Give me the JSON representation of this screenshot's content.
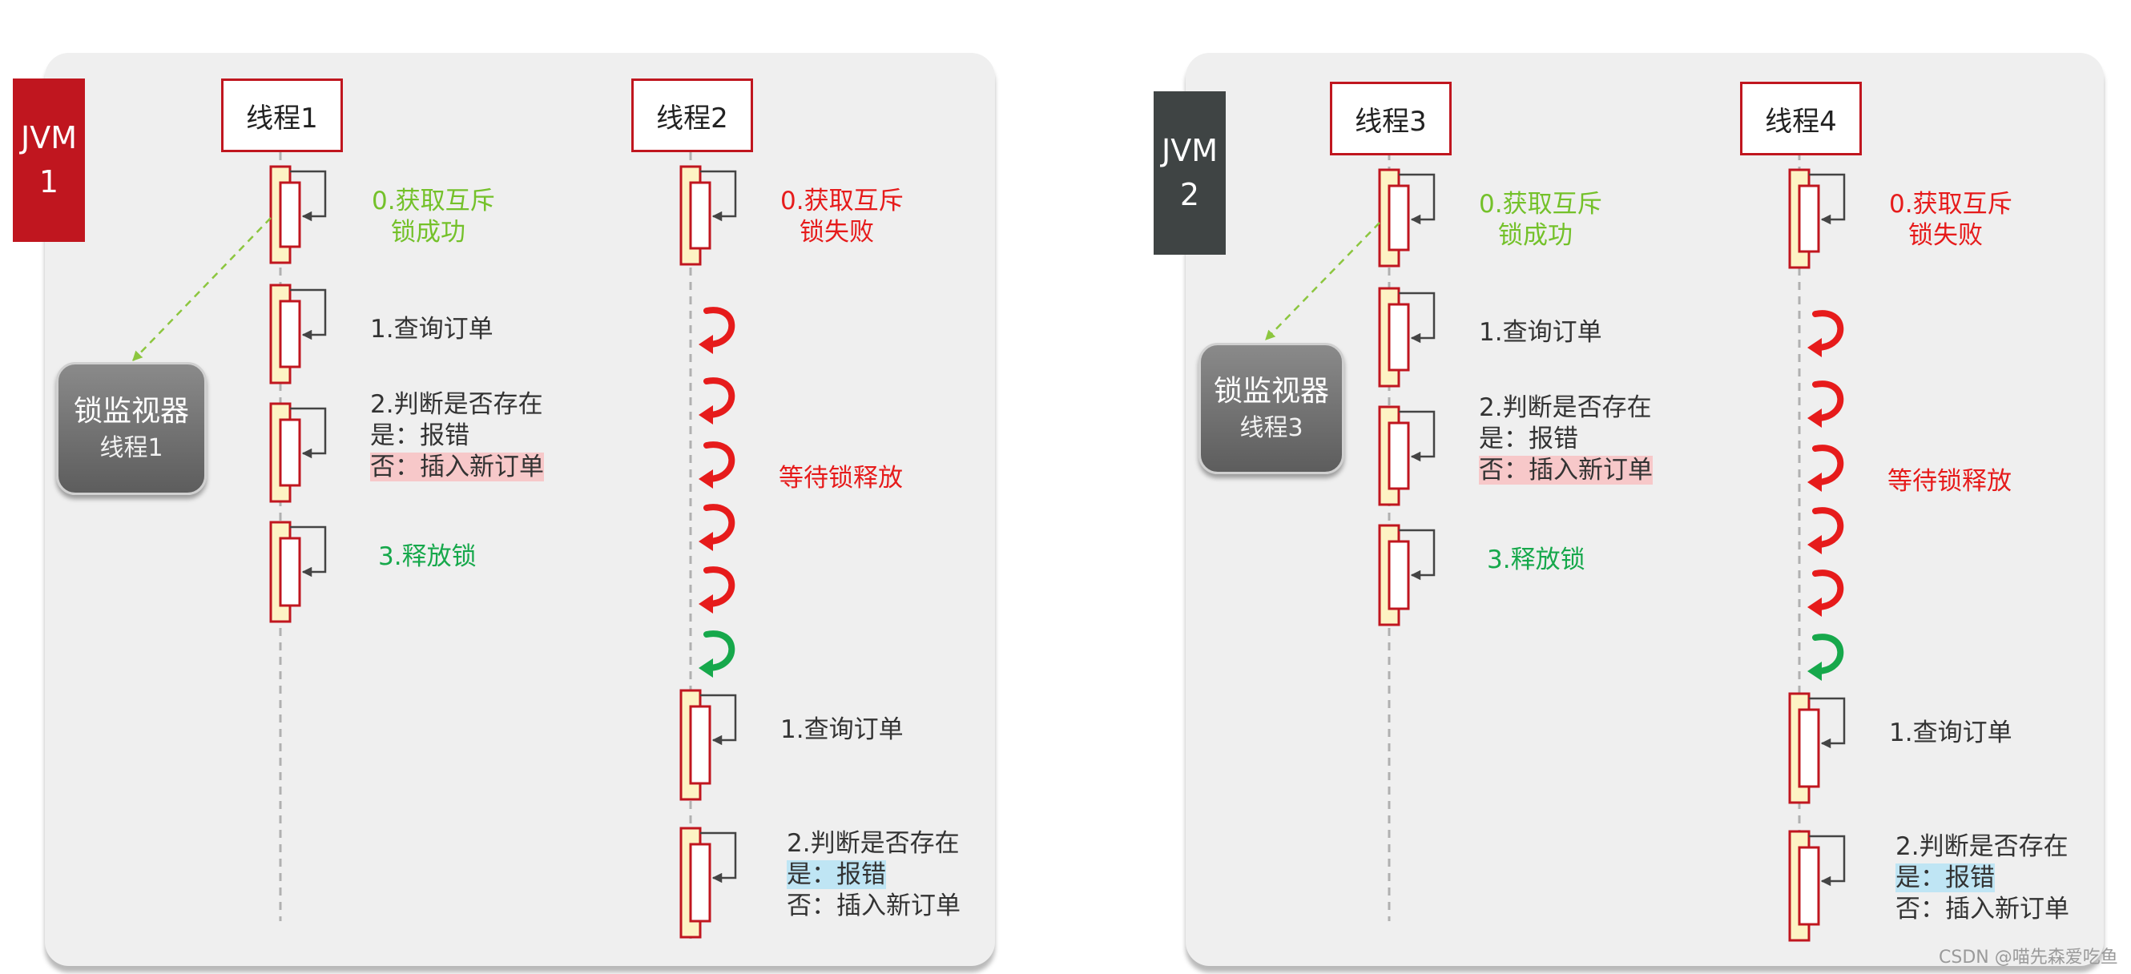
{
  "panels": [
    {
      "jvm_label_line1": "JVM",
      "jvm_label_line2": "1",
      "jvm_color": "#c0161f",
      "monitor": {
        "title": "锁监视器",
        "owner": "线程1"
      },
      "thread_a": {
        "name": "线程1",
        "step0_line1": "0.获取互斥",
        "step0_line2": "锁成功",
        "step1": "1.查询订单",
        "step2_line1": "2.判断是否存在",
        "step2_line2": "是：报错",
        "step2_line3": "否：插入新订单",
        "step3": "3.释放锁"
      },
      "thread_b": {
        "name": "线程2",
        "step0_line1": "0.获取互斥",
        "step0_line2": "锁失败",
        "wait": "等待锁释放",
        "step1": "1.查询订单",
        "step2_line1": "2.判断是否存在",
        "step2_line2": "是：报错",
        "step2_line3": "否：插入新订单"
      }
    },
    {
      "jvm_label_line1": "JVM",
      "jvm_label_line2": "2",
      "jvm_color": "#3f4444",
      "monitor": {
        "title": "锁监视器",
        "owner": "线程3"
      },
      "thread_a": {
        "name": "线程3",
        "step0_line1": "0.获取互斥",
        "step0_line2": "锁成功",
        "step1": "1.查询订单",
        "step2_line1": "2.判断是否存在",
        "step2_line2": "是：报错",
        "step2_line3": "否：插入新订单",
        "step3": "3.释放锁"
      },
      "thread_b": {
        "name": "线程4",
        "step0_line1": "0.获取互斥",
        "step0_line2": "锁失败",
        "wait": "等待锁释放",
        "step1": "1.查询订单",
        "step2_line1": "2.判断是否存在",
        "step2_line2": "是：报错",
        "step2_line3": "否：插入新订单"
      }
    }
  ],
  "watermark": "CSDN @喵先森爱吃鱼",
  "colors": {
    "accent_red": "#c0161f",
    "success_green_light": "#74c12a",
    "success_green": "#16a84b",
    "fail_red": "#e61b1b",
    "activation_fill": "#fdf3c4"
  }
}
